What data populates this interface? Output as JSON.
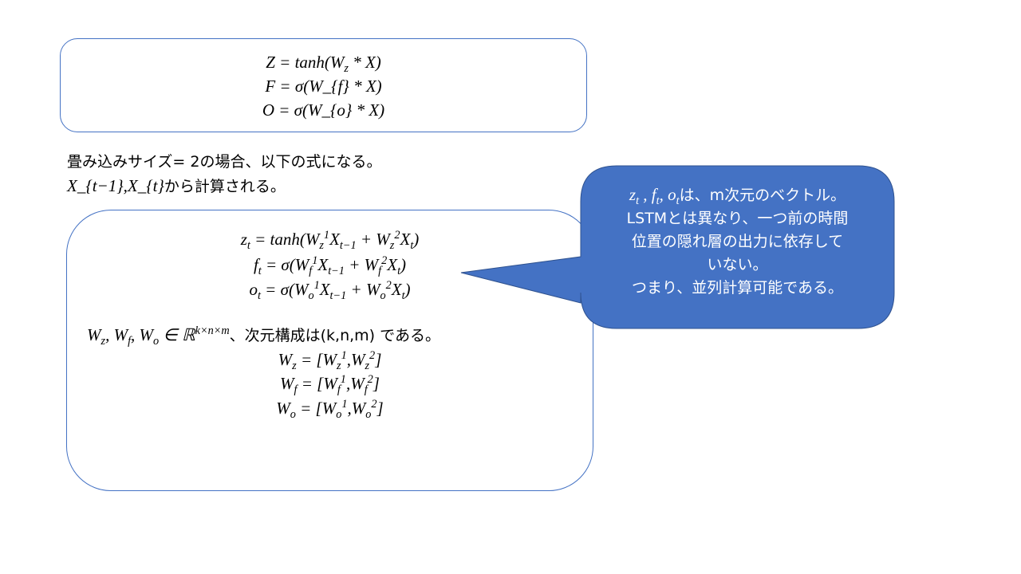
{
  "box1": {
    "equations": [
      "Z = tanh(W_{z} * X)",
      "F = σ(W_{f} * X)",
      "O = σ(W_{o} * X)"
    ]
  },
  "intro": {
    "line1": "畳み込みサイズ= 2の場合、以下の式になる。",
    "line2_math": "X_{t−1},X_{t}",
    "line2_text": "から計算される。"
  },
  "box2": {
    "equations": [
      "z_{t} = tanh(W_{z}^{1}X_{t−1} + W_{z}^{2}X_{t})",
      "f_{t} = σ(W_{f}^{1}X_{t−1} + W_{f}^{2}X_{t})",
      "o_{t} = σ(W_{o}^{1}X_{t−1} + W_{o}^{2}X_{t})"
    ],
    "dim_math": "W_{z}, W_{f}, W_{o} ∈ ℝ^{k×n×m}",
    "dim_text": "、次元構成は(k,n,m) である。",
    "weights": [
      "W_{z} = [W_{z}^{1},W_{z}^{2}]",
      "W_{f} = [W_{f}^{1},W_{f}^{2}]",
      "W_{o} = [W_{o}^{1},W_{o}^{2}]"
    ]
  },
  "callout": {
    "line1_math": "z_{t} , f_{t}, o_{t}",
    "line1_text": "は、m次元のベクトル。",
    "line2": "LSTMとは異なり、一つ前の時間",
    "line3": "位置の隠れ層の出力に依存して",
    "line4": "いない。",
    "line5": "つまり、並列計算可能である。",
    "fill_color": "#4472c4"
  }
}
